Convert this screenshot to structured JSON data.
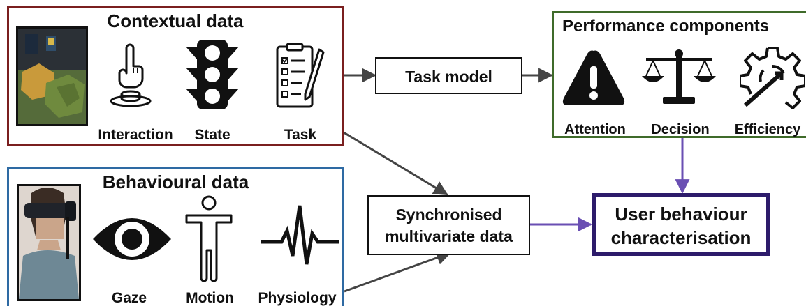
{
  "contextual": {
    "title": "Contextual data",
    "items": [
      "Interaction",
      "State",
      "Task"
    ]
  },
  "behavioural": {
    "title": "Behavioural data",
    "items": [
      "Gaze",
      "Motion",
      "Physiology"
    ]
  },
  "performance": {
    "title": "Performance components",
    "items": [
      "Attention",
      "Decision",
      "Efficiency"
    ]
  },
  "task_model": {
    "label": "Task model"
  },
  "synchronised": {
    "line1": "Synchronised",
    "line2": "multivariate data"
  },
  "user_behaviour": {
    "line1": "User behaviour",
    "line2": "characterisation"
  },
  "colors": {
    "contextual_border": "#7a1f1f",
    "behavioural_border": "#2e6aa3",
    "performance_border": "#3f6b2a",
    "user_behaviour_border": "#2d1b6b",
    "purple_arrow": "#6a4fb3",
    "gray_arrow": "#444444"
  }
}
